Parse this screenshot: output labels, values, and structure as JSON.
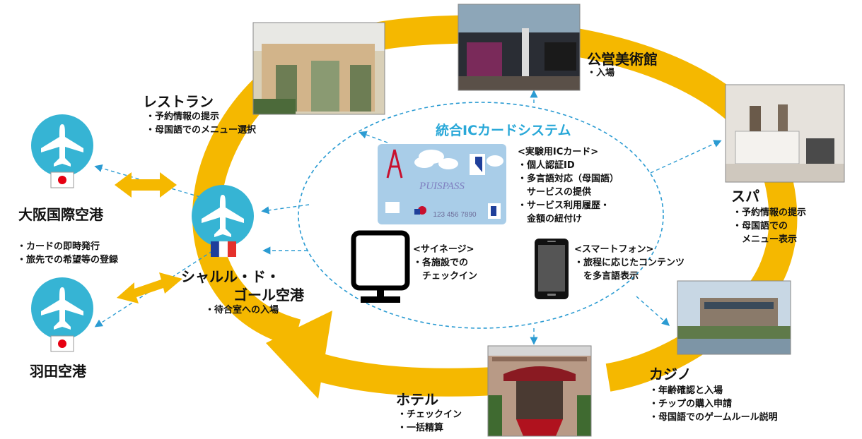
{
  "system_title": "統合ICカードシステム",
  "card": {
    "heading": "<実験用ICカード>",
    "items": [
      "・個人認証ID",
      "・多言語対応（母国語）",
      "　サービスの提供",
      "・サービス利用履歴・",
      "　金額の紐付け"
    ],
    "brand": "PUISPASS",
    "number": "123 456 7890"
  },
  "signage": {
    "heading": "<サイネージ>",
    "items": [
      "・各施設での",
      "　チェックイン"
    ]
  },
  "smartphone": {
    "heading": "<スマートフォン>",
    "items": [
      "・旅程に応じたコンテンツ",
      "　を多言語表示"
    ]
  },
  "museum": {
    "title": "公営美術館",
    "items": [
      "・入場"
    ]
  },
  "restaurant": {
    "title": "レストラン",
    "items": [
      "・予約情報の提示",
      "・母国語でのメニュー選択"
    ]
  },
  "spa": {
    "title": "スパ",
    "items": [
      "・予約情報の提示",
      "・母国語での",
      "　メニュー表示"
    ]
  },
  "casino": {
    "title": "カジノ",
    "items": [
      "・年齢確認と入場",
      "・チップの購入申請",
      "・母国語でのゲームルール説明"
    ]
  },
  "hotel": {
    "title": "ホテル",
    "items": [
      "・チェックイン",
      "・一括精算"
    ]
  },
  "cdg": {
    "title_line1": "シャルル・ド・",
    "title_line2": "ゴール空港",
    "items": [
      "・待合室への入場"
    ]
  },
  "osaka": {
    "title": "大阪国際空港"
  },
  "haneda": {
    "title": "羽田空港"
  },
  "japan_airports": {
    "items": [
      "・カードの即時発行",
      "・旅先での希望等の登録"
    ]
  },
  "colors": {
    "ring": "#f5b800",
    "plane_circle": "#36b4d4",
    "accent": "#29a8d8",
    "arrow_blue": "#2b9bd2",
    "flag_red": "#e60012"
  }
}
